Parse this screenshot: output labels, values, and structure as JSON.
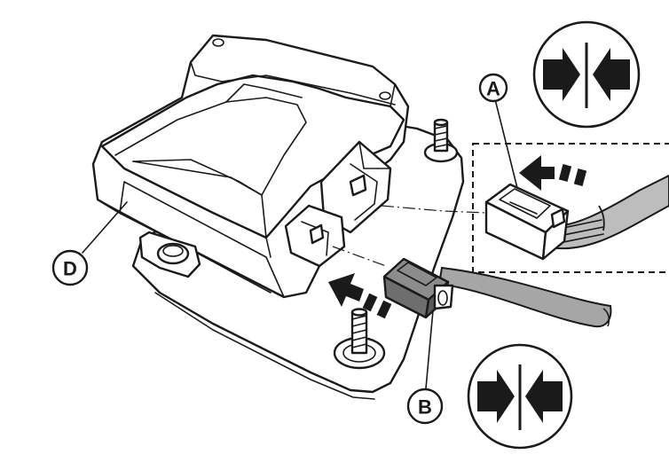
{
  "callouts": {
    "a": "A",
    "b": "B",
    "d": "D"
  },
  "icons": {
    "connect": "connect-arrows-icon",
    "insert": "insert-direction-arrow-icon"
  },
  "colors": {
    "line": "#1a1a1a",
    "fill": "#ffffff",
    "shade": "#8c8c8c",
    "cable": "#a6a6a6",
    "dark_shade": "#5a5a5a"
  }
}
